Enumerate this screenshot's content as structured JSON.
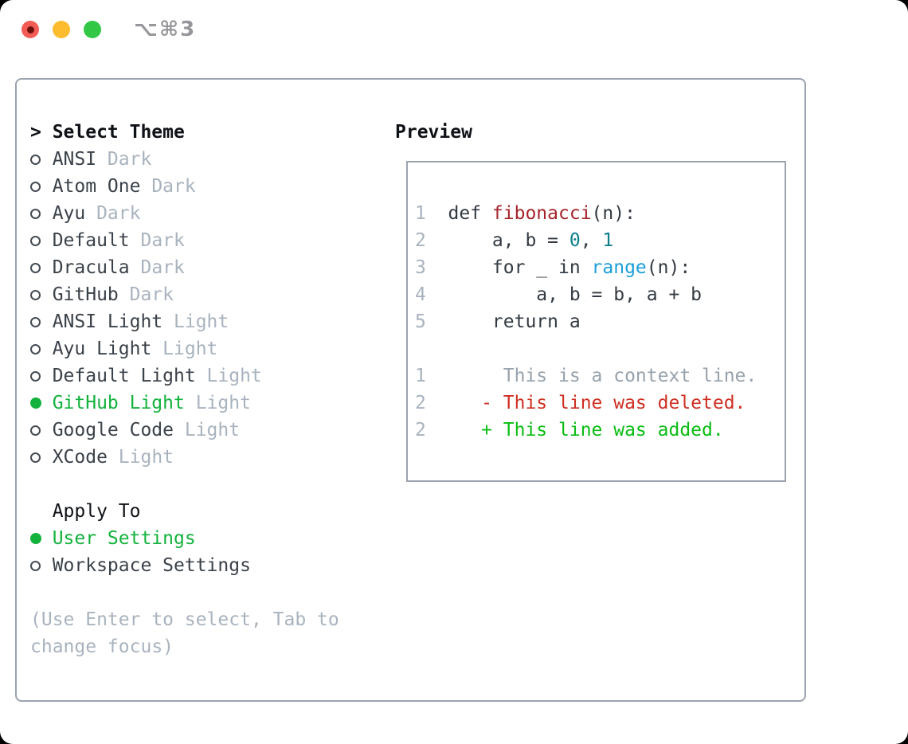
{
  "window": {
    "title": "⌥⌘3"
  },
  "colors": {
    "selection_green": "#13b23d",
    "added_green": "#09bd12",
    "deleted_red": "#ce2f22",
    "function_red": "#a6242b",
    "number_teal": "#0e7f89",
    "builtin_blue": "#1b9fd8",
    "muted_gray": "#a9b3be",
    "panel_border": "#9aa3ae",
    "traffic_red": "#f25c54",
    "traffic_yellow": "#fdbc2e",
    "traffic_green": "#32c846"
  },
  "panel": {
    "select_header": {
      "prompt": ">",
      "label": "Select Theme"
    },
    "themes": [
      {
        "name": "ANSI",
        "variant": "Dark",
        "selected": false
      },
      {
        "name": "Atom One",
        "variant": "Dark",
        "selected": false
      },
      {
        "name": "Ayu",
        "variant": "Dark",
        "selected": false
      },
      {
        "name": "Default",
        "variant": "Dark",
        "selected": false
      },
      {
        "name": "Dracula",
        "variant": "Dark",
        "selected": false
      },
      {
        "name": "GitHub",
        "variant": "Dark",
        "selected": false
      },
      {
        "name": "ANSI Light",
        "variant": "Light",
        "selected": false
      },
      {
        "name": "Ayu Light",
        "variant": "Light",
        "selected": false
      },
      {
        "name": "Default Light",
        "variant": "Light",
        "selected": false
      },
      {
        "name": "GitHub Light",
        "variant": "Light",
        "selected": true
      },
      {
        "name": "Google Code",
        "variant": "Light",
        "selected": false
      },
      {
        "name": "XCode",
        "variant": "Light",
        "selected": false
      }
    ],
    "apply": {
      "label": "Apply To",
      "options": [
        {
          "label": "User Settings",
          "selected": true
        },
        {
          "label": "Workspace Settings",
          "selected": false
        }
      ]
    },
    "help": [
      "(Use Enter to select, Tab to",
      "change focus)"
    ]
  },
  "preview": {
    "title": "Preview",
    "rows": [
      {
        "num": "1",
        "segments": [
          {
            "text": "def ",
            "style": "plain"
          },
          {
            "text": "fibonacci",
            "style": "function"
          },
          {
            "text": "(n):",
            "style": "plain"
          }
        ]
      },
      {
        "num": "2",
        "segments": [
          {
            "text": "    a, b = ",
            "style": "plain"
          },
          {
            "text": "0",
            "style": "number"
          },
          {
            "text": ", ",
            "style": "plain"
          },
          {
            "text": "1",
            "style": "number"
          }
        ]
      },
      {
        "num": "3",
        "segments": [
          {
            "text": "    for _ in ",
            "style": "plain"
          },
          {
            "text": "range",
            "style": "builtin"
          },
          {
            "text": "(n):",
            "style": "plain"
          }
        ]
      },
      {
        "num": "4",
        "segments": [
          {
            "text": "        a, b = b, a + b",
            "style": "plain"
          }
        ]
      },
      {
        "num": "5",
        "segments": [
          {
            "text": "    return a",
            "style": "plain"
          }
        ]
      },
      {
        "num": "",
        "segments": []
      },
      {
        "num": "1",
        "segments": [
          {
            "text": "     This is a context line.",
            "style": "context"
          }
        ]
      },
      {
        "num": "2",
        "segments": [
          {
            "text": "   - This line was deleted.",
            "style": "deleted"
          }
        ]
      },
      {
        "num": "2",
        "segments": [
          {
            "text": "   + This line was added.",
            "style": "added"
          }
        ]
      }
    ]
  }
}
